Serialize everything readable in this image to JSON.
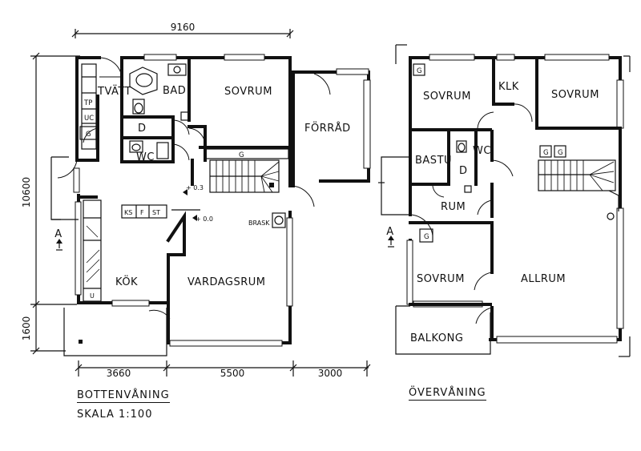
{
  "ground_floor": {
    "title": "BOTTENVÅNING",
    "scale": "SKALA 1:100",
    "rooms": {
      "tvatt": "TVÄTT",
      "bad": "BAD",
      "sovrum": "SOVRUM",
      "forrad": "FÖRRÅD",
      "d": "D",
      "wc": "WC",
      "kok": "KÖK",
      "vardagsrum": "VARDAGSRUM"
    },
    "fixtures": {
      "tp": "TP",
      "uc": "UC",
      "g_left": "G",
      "g_hall": "G",
      "ks": "KS",
      "f": "F",
      "st": "ST",
      "u": "U",
      "brask": "BRASK"
    },
    "levels": {
      "upper": "+ 0.3",
      "lower": "+ 0.0"
    },
    "section_marker": "A",
    "dimensions": {
      "top_width": "9160",
      "left_height": "10600",
      "left_balcony": "1600",
      "bottom_left": "3660",
      "bottom_mid": "5500",
      "bottom_right": "3000"
    }
  },
  "upper_floor": {
    "title": "ÖVERVÅNING",
    "rooms": {
      "sovrum_nw": "SOVRUM",
      "klk": "KLK",
      "sovrum_ne": "SOVRUM",
      "wc": "WC",
      "bastu": "BASTU",
      "d": "D",
      "rum": "RUM",
      "sovrum_sw": "SOVRUM",
      "allrum": "ALLRUM",
      "balkong": "BALKONG"
    },
    "fixtures": {
      "g_nw": "G",
      "g_1": "G",
      "g_2": "G",
      "g_sw": "G"
    },
    "section_marker": "A"
  }
}
